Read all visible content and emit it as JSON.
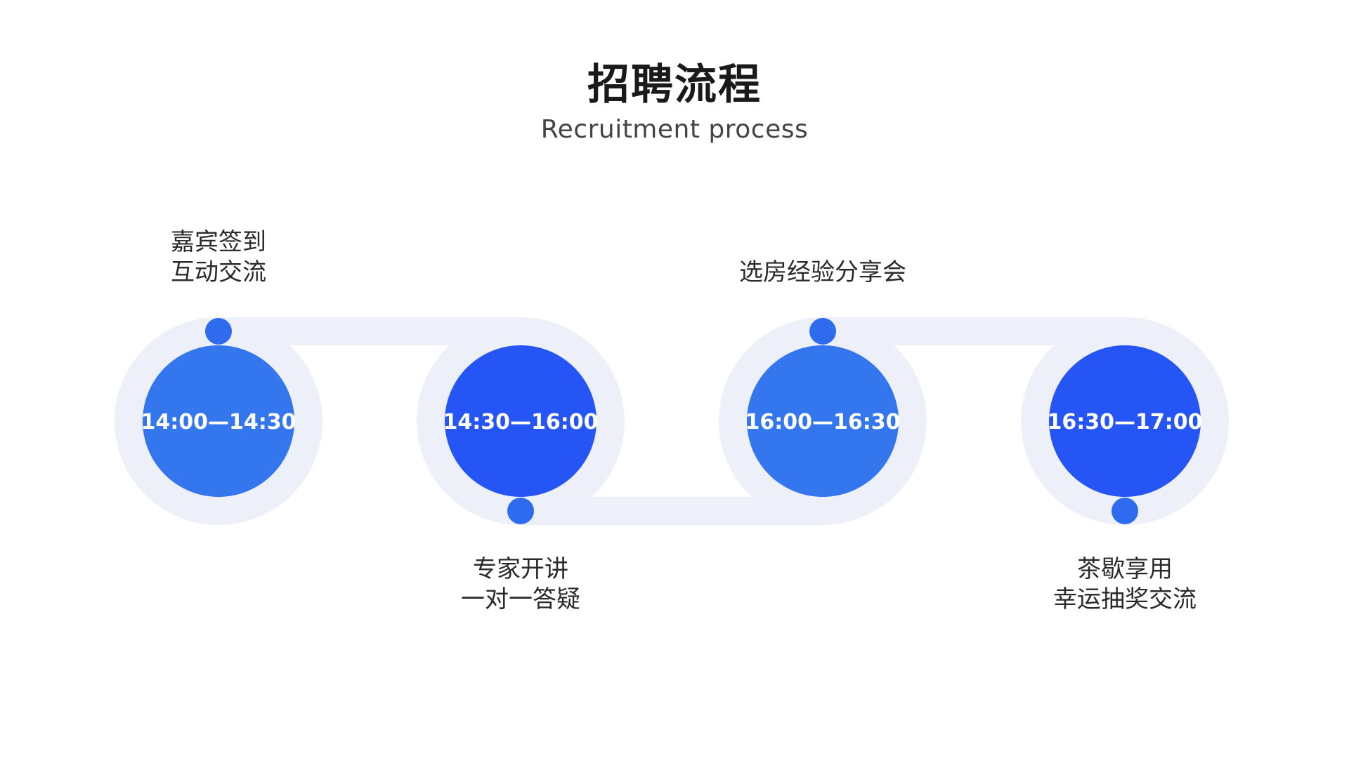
{
  "header": {
    "title": "招聘流程",
    "subtitle": "Recruitment process"
  },
  "steps": [
    {
      "time": "14:00—14:30",
      "lines": [
        "嘉宾签到",
        "互动交流"
      ]
    },
    {
      "time": "14:30—16:00",
      "lines": [
        "专家开讲",
        "一对一答疑"
      ]
    },
    {
      "time": "16:00—16:30",
      "lines": [
        "选房经验分享会"
      ]
    },
    {
      "time": "16:30—17:00",
      "lines": [
        "茶歇享用",
        "幸运抽奖交流"
      ]
    }
  ],
  "colors": {
    "track": "#EDF0F8",
    "circle_light": "#3476ED",
    "circle_dark": "#2555F4",
    "dot": "#2E6BEE",
    "text": "#ffffff"
  }
}
